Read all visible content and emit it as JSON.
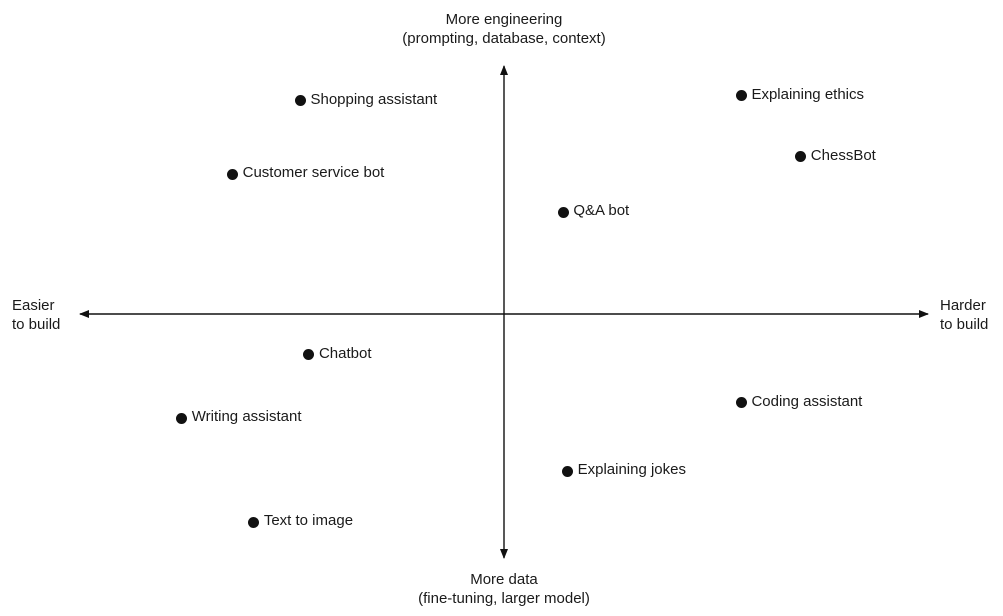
{
  "chart_data": {
    "type": "scatter",
    "title": "",
    "axes": {
      "top": {
        "line1": "More engineering",
        "line2": "(prompting, database, context)"
      },
      "bottom": {
        "line1": "More data",
        "line2": "(fine-tuning, larger model)"
      },
      "left": {
        "line1": "Easier",
        "line2": "to build"
      },
      "right": {
        "line1": "Harder",
        "line2": "to build"
      }
    },
    "xlim": [
      -1,
      1
    ],
    "ylim": [
      -1,
      1
    ],
    "grid": false,
    "points": [
      {
        "label": "Shopping assistant",
        "x": -0.48,
        "y": 0.84
      },
      {
        "label": "Explaining ethics",
        "x": 0.56,
        "y": 0.86
      },
      {
        "label": "ChessBot",
        "x": 0.7,
        "y": 0.62
      },
      {
        "label": "Customer service bot",
        "x": -0.64,
        "y": 0.55
      },
      {
        "label": "Q&A bot",
        "x": 0.14,
        "y": 0.4
      },
      {
        "label": "Chatbot",
        "x": -0.46,
        "y": -0.16
      },
      {
        "label": "Writing assistant",
        "x": -0.76,
        "y": -0.41
      },
      {
        "label": "Coding assistant",
        "x": 0.56,
        "y": -0.35
      },
      {
        "label": "Explaining jokes",
        "x": 0.15,
        "y": -0.62
      },
      {
        "label": "Text to image",
        "x": -0.59,
        "y": -0.82
      }
    ]
  }
}
